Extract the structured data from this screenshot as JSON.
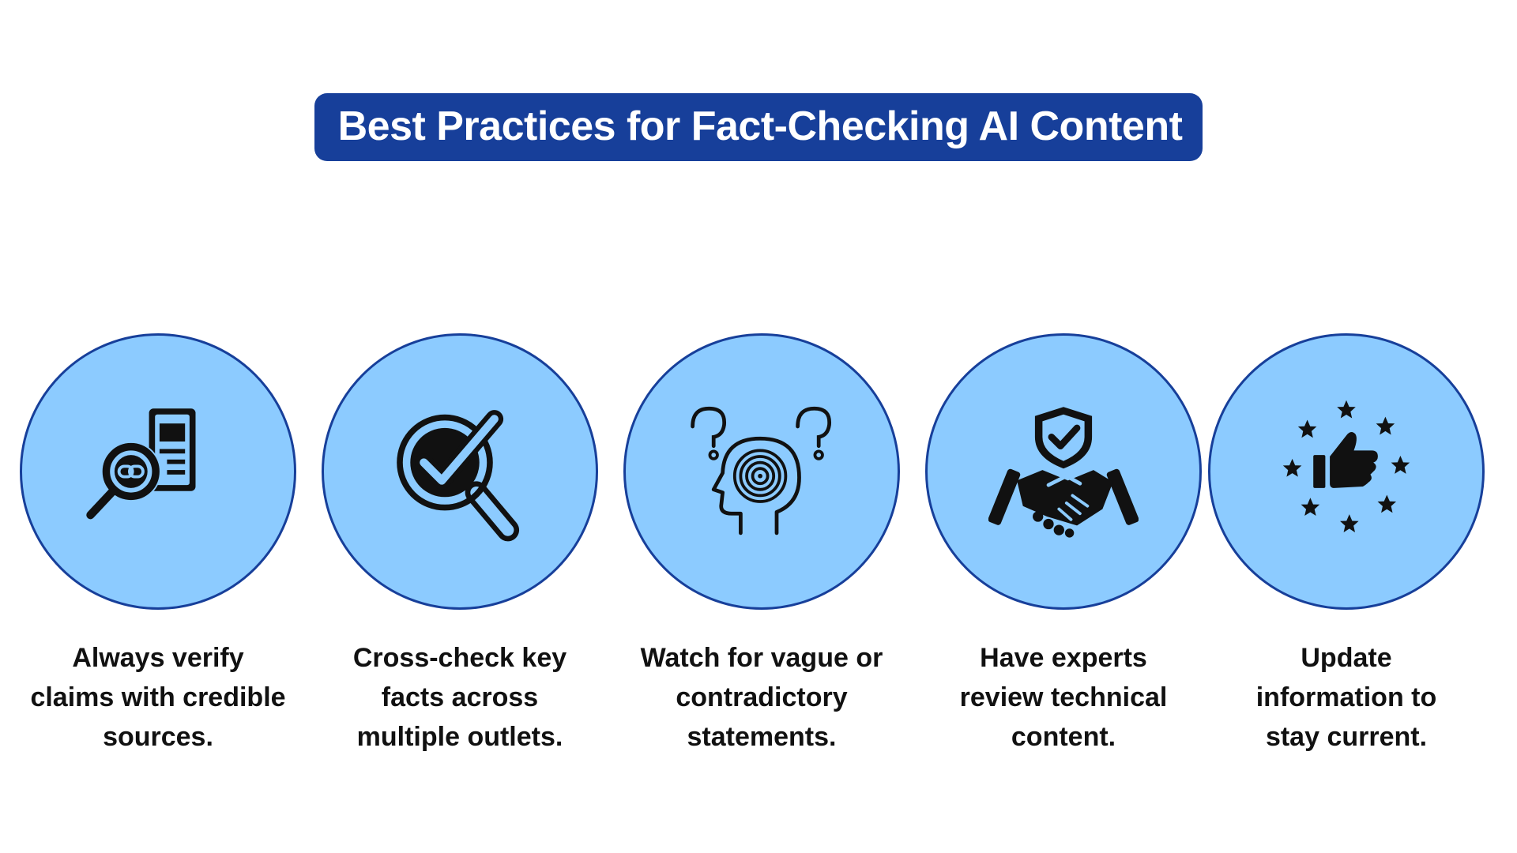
{
  "title": "Best Practices for Fact-Checking AI Content",
  "colors": {
    "title_background": "#173f9a",
    "circle_fill": "#8ccbff",
    "circle_border": "#173f9a",
    "icon": "#111111"
  },
  "practices": [
    {
      "icon": "magnifier-link-document-icon",
      "lines": [
        "Always verify",
        "claims with credible",
        "sources."
      ]
    },
    {
      "icon": "magnifier-checkmark-icon",
      "lines": [
        "Cross-check key",
        "facts across",
        "multiple outlets."
      ]
    },
    {
      "icon": "head-spiral-question-icon",
      "lines": [
        "Watch for vague or",
        "contradictory",
        "statements."
      ]
    },
    {
      "icon": "handshake-shield-icon",
      "lines": [
        "Have experts",
        "review technical",
        "content."
      ]
    },
    {
      "icon": "thumbs-up-stars-icon",
      "lines": [
        "Update",
        "information to",
        "stay current."
      ]
    }
  ]
}
